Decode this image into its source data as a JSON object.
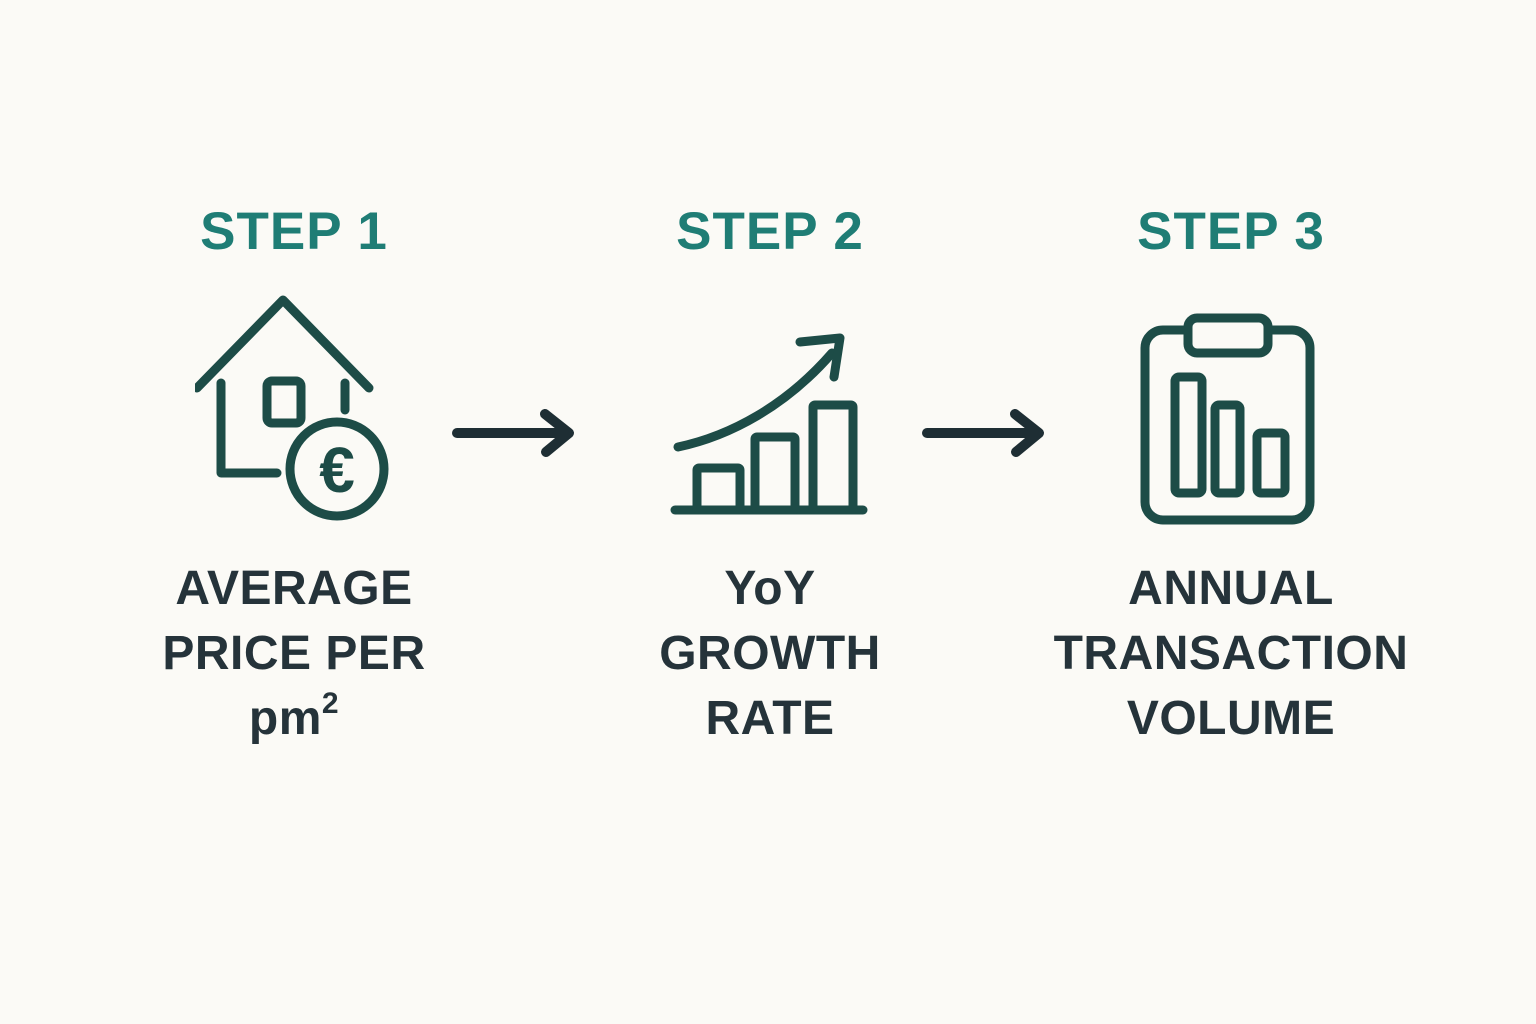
{
  "palette": {
    "background": "#fbfaf6",
    "step_heading_teal": "#1f7d75",
    "icon_teal": "#1d4c47",
    "label_dark": "#25333a",
    "arrow_dark": "#1e2e34"
  },
  "steps": [
    {
      "heading": "STEP 1",
      "icon": "house-euro-icon",
      "label_lines": [
        "AVERAGE",
        "PRICE PER"
      ],
      "unit_base": "pm",
      "unit_sup": "2",
      "euro_symbol": "€"
    },
    {
      "heading": "STEP 2",
      "icon": "growth-chart-icon",
      "label_lines": [
        "YoY",
        "GROWTH",
        "RATE"
      ]
    },
    {
      "heading": "STEP 3",
      "icon": "clipboard-chart-icon",
      "label_lines": [
        "ANNUAL",
        "TRANSACTION",
        "VOLUME"
      ]
    }
  ],
  "arrows": [
    {
      "icon": "right-arrow"
    },
    {
      "icon": "right-arrow"
    }
  ]
}
